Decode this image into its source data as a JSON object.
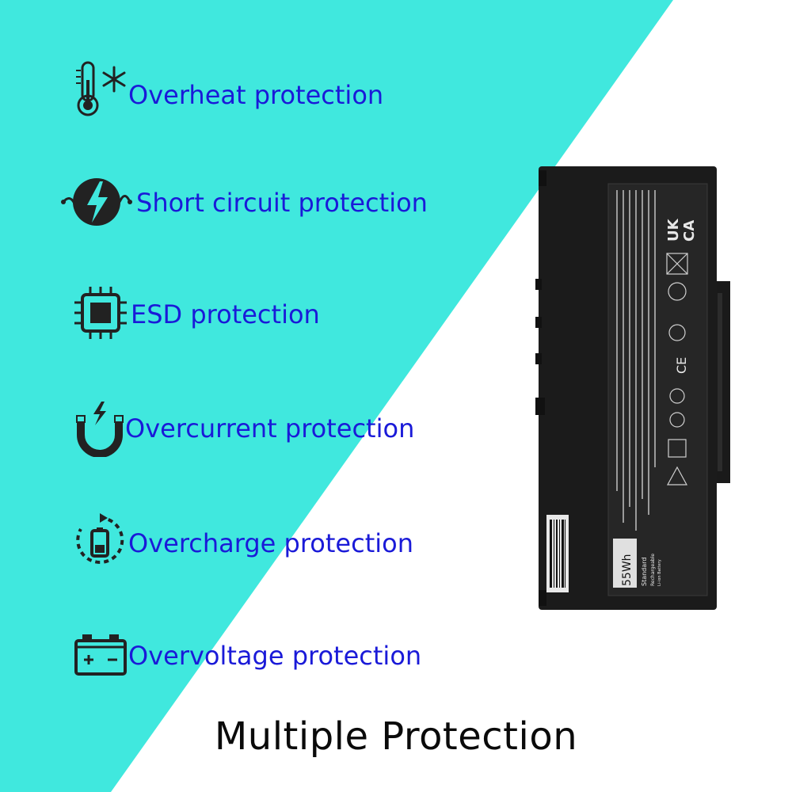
{
  "colors": {
    "background_accent": "#40e8de",
    "text_accent": "#1a1ad8",
    "headline": "#0a0a0a"
  },
  "features": [
    {
      "label": "Overheat protection",
      "icon": "thermometer-snowflake-icon"
    },
    {
      "label": "Short circuit protection",
      "icon": "lightning-globe-icon"
    },
    {
      "label": "ESD protection",
      "icon": "chip-icon"
    },
    {
      "label": "Overcurrent protection",
      "icon": "magnet-lightning-icon"
    },
    {
      "label": "Overcharge protection",
      "icon": "battery-cycle-icon"
    },
    {
      "label": "Overvoltage protection",
      "icon": "car-battery-icon"
    }
  ],
  "headline": "Multiple Protection",
  "battery": {
    "capacity": "55Wh",
    "type_lines": [
      "Standard",
      "Rechargeable",
      "Li-ion Battery"
    ],
    "marks": [
      "UK",
      "CA",
      "CE"
    ]
  }
}
